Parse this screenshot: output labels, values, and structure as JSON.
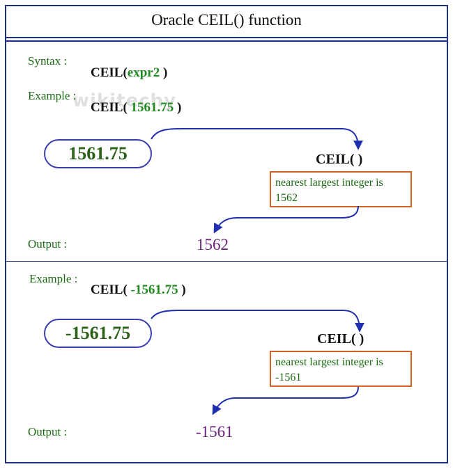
{
  "title": "Oracle CEIL() function",
  "watermark": "wikitechy",
  "section1": {
    "syntax_label": "Syntax :",
    "syntax_fn": "CEIL(",
    "syntax_arg": "expr2",
    "syntax_close": " )",
    "example_label": "Example :",
    "example_fn": "CEIL(",
    "example_arg": " 1561.75",
    "example_close": " )",
    "input_value": "1561.75",
    "function_label": "CEIL(  )",
    "result_line1": "nearest largest integer is",
    "result_line2": "1562",
    "output_label": "Output :",
    "output_value": "1562"
  },
  "section2": {
    "example_label": "Example :",
    "example_fn": "CEIL(",
    "example_arg": " -1561.75",
    "example_close": " )",
    "input_value": "-1561.75",
    "function_label": "CEIL(  )",
    "result_line1": "nearest largest integer is",
    "result_line2": "-1561",
    "output_label": "Output :",
    "output_value": "-1561"
  },
  "colors": {
    "border": "#1c2f8a",
    "label_green": "#1a6b12",
    "arg_green": "#1f8a1f",
    "result_border": "#d95f22",
    "output_purple": "#6a1f7a",
    "arrow": "#1f2fb0"
  }
}
